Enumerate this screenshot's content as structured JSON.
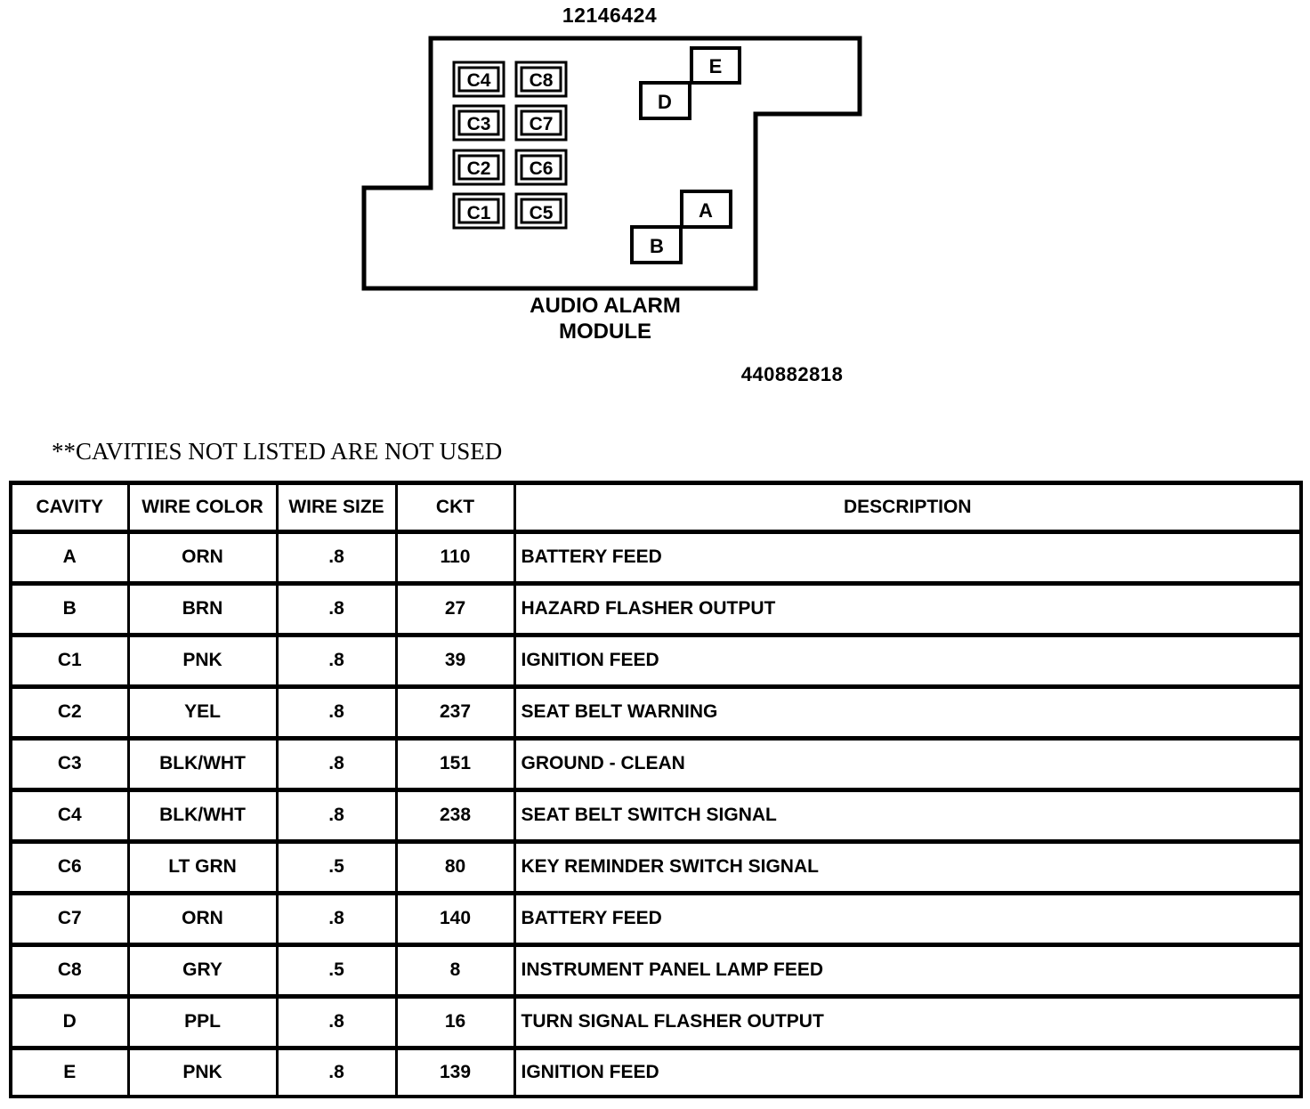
{
  "diagram": {
    "part_number": "12146424",
    "module_name_line1": "AUDIO ALARM",
    "module_name_line2": "MODULE",
    "reference_code": "440882818",
    "cavity_labels": {
      "C4": "C4",
      "C8": "C8",
      "C3": "C3",
      "C7": "C7",
      "C2": "C2",
      "C6": "C6",
      "C1": "C1",
      "C5": "C5",
      "A": "A",
      "B": "B",
      "D": "D",
      "E": "E"
    }
  },
  "note": "**CAVITIES NOT LISTED ARE NOT USED",
  "table": {
    "headers": {
      "cavity": "CAVITY",
      "wire_color": "WIRE COLOR",
      "wire_size": "WIRE SIZE",
      "ckt": "CKT",
      "description": "DESCRIPTION"
    },
    "rows": [
      {
        "cavity": "A",
        "wire_color": "ORN",
        "wire_size": ".8",
        "ckt": "110",
        "description": "BATTERY FEED"
      },
      {
        "cavity": "B",
        "wire_color": "BRN",
        "wire_size": ".8",
        "ckt": "27",
        "description": "HAZARD FLASHER OUTPUT"
      },
      {
        "cavity": "C1",
        "wire_color": "PNK",
        "wire_size": ".8",
        "ckt": "39",
        "description": "IGNITION FEED"
      },
      {
        "cavity": "C2",
        "wire_color": "YEL",
        "wire_size": ".8",
        "ckt": "237",
        "description": "SEAT BELT WARNING"
      },
      {
        "cavity": "C3",
        "wire_color": "BLK/WHT",
        "wire_size": ".8",
        "ckt": "151",
        "description": "GROUND - CLEAN"
      },
      {
        "cavity": "C4",
        "wire_color": "BLK/WHT",
        "wire_size": ".8",
        "ckt": "238",
        "description": "SEAT BELT SWITCH SIGNAL"
      },
      {
        "cavity": "C6",
        "wire_color": "LT GRN",
        "wire_size": ".5",
        "ckt": "80",
        "description": "KEY REMINDER SWITCH SIGNAL"
      },
      {
        "cavity": "C7",
        "wire_color": "ORN",
        "wire_size": ".8",
        "ckt": "140",
        "description": "BATTERY FEED"
      },
      {
        "cavity": "C8",
        "wire_color": "GRY",
        "wire_size": ".5",
        "ckt": "8",
        "description": "INSTRUMENT PANEL LAMP FEED"
      },
      {
        "cavity": "D",
        "wire_color": "PPL",
        "wire_size": ".8",
        "ckt": "16",
        "description": "TURN SIGNAL FLASHER OUTPUT"
      },
      {
        "cavity": "E",
        "wire_color": "PNK",
        "wire_size": ".8",
        "ckt": "139",
        "description": "IGNITION FEED"
      }
    ]
  }
}
